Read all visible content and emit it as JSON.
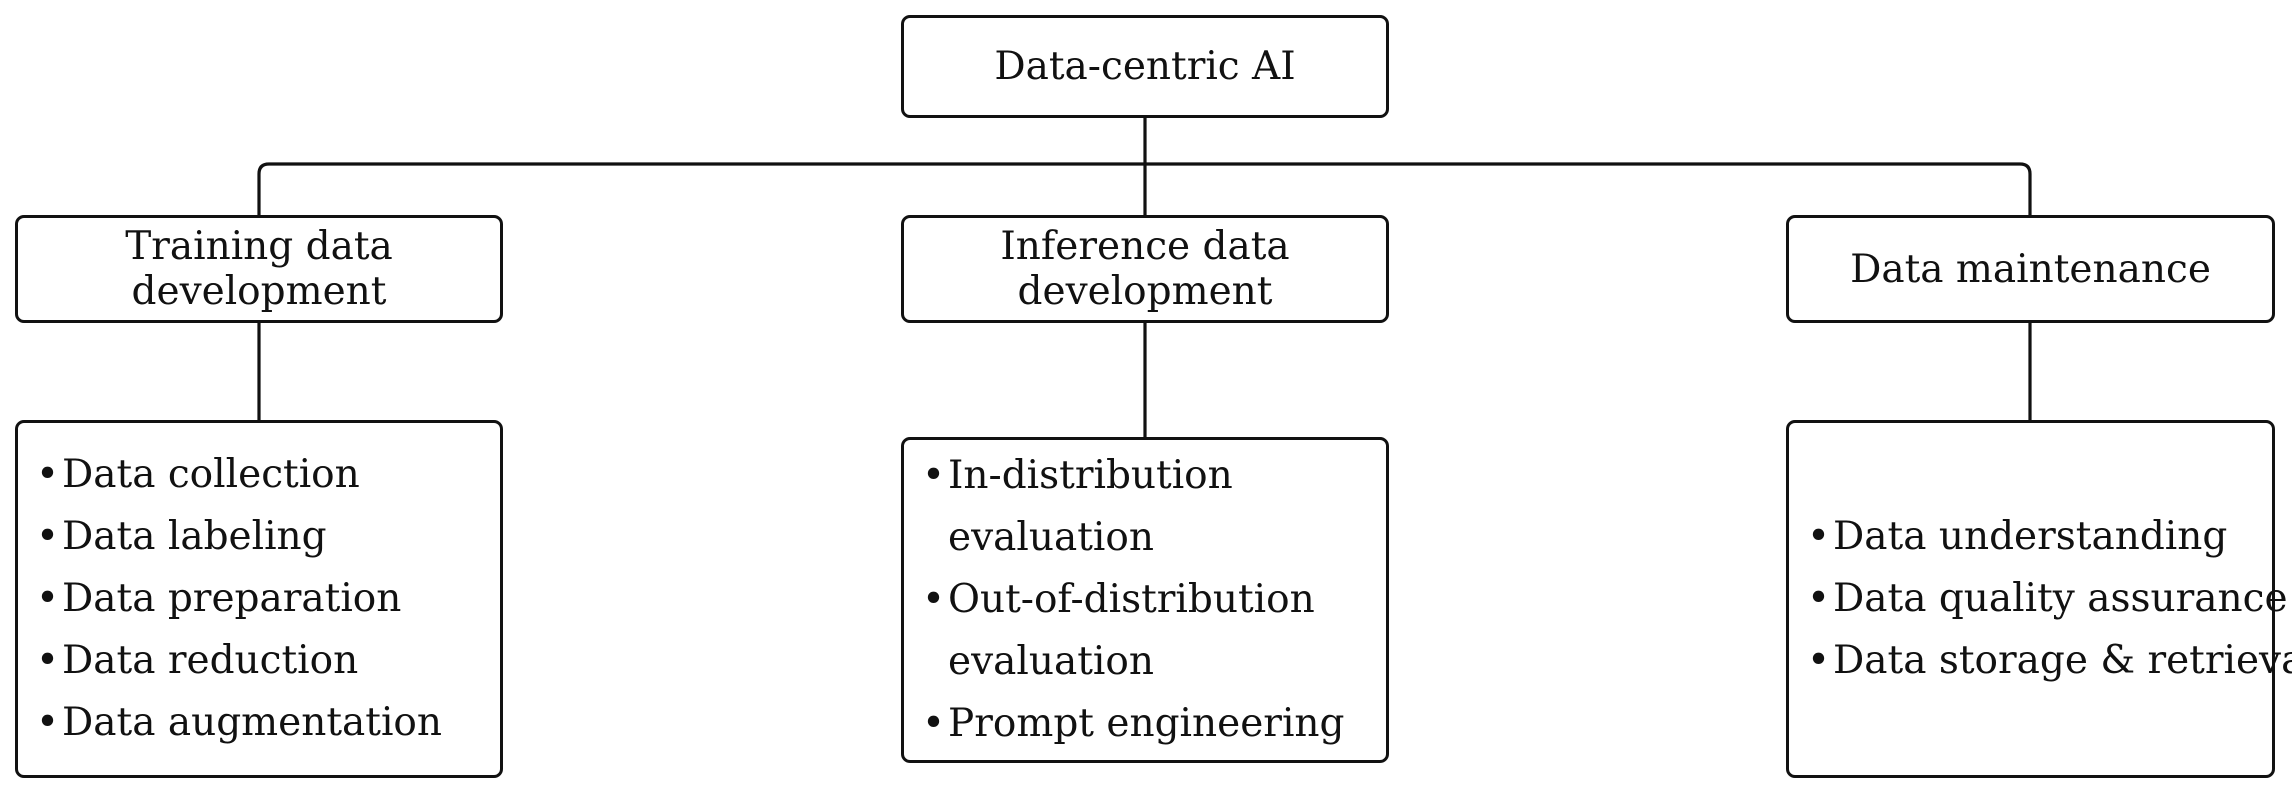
{
  "diagram": {
    "root": {
      "label": "Data-centric AI"
    },
    "categories": [
      {
        "title_lines": [
          "Training data",
          "development"
        ],
        "items": [
          "Data collection",
          "Data labeling",
          "Data preparation",
          "Data reduction",
          "Data augmentation"
        ]
      },
      {
        "title_lines": [
          "Inference data",
          "development"
        ],
        "items": [
          "In-distribution evaluation",
          "Out-of-distribution evaluation",
          "Prompt engineering"
        ]
      },
      {
        "title_lines": [
          "Data maintenance"
        ],
        "items": [
          "Data understanding",
          "Data quality assurance",
          "Data storage & retrieval"
        ]
      }
    ],
    "colors": {
      "stroke": "#111111",
      "text": "#111111",
      "background": "#ffffff"
    }
  }
}
